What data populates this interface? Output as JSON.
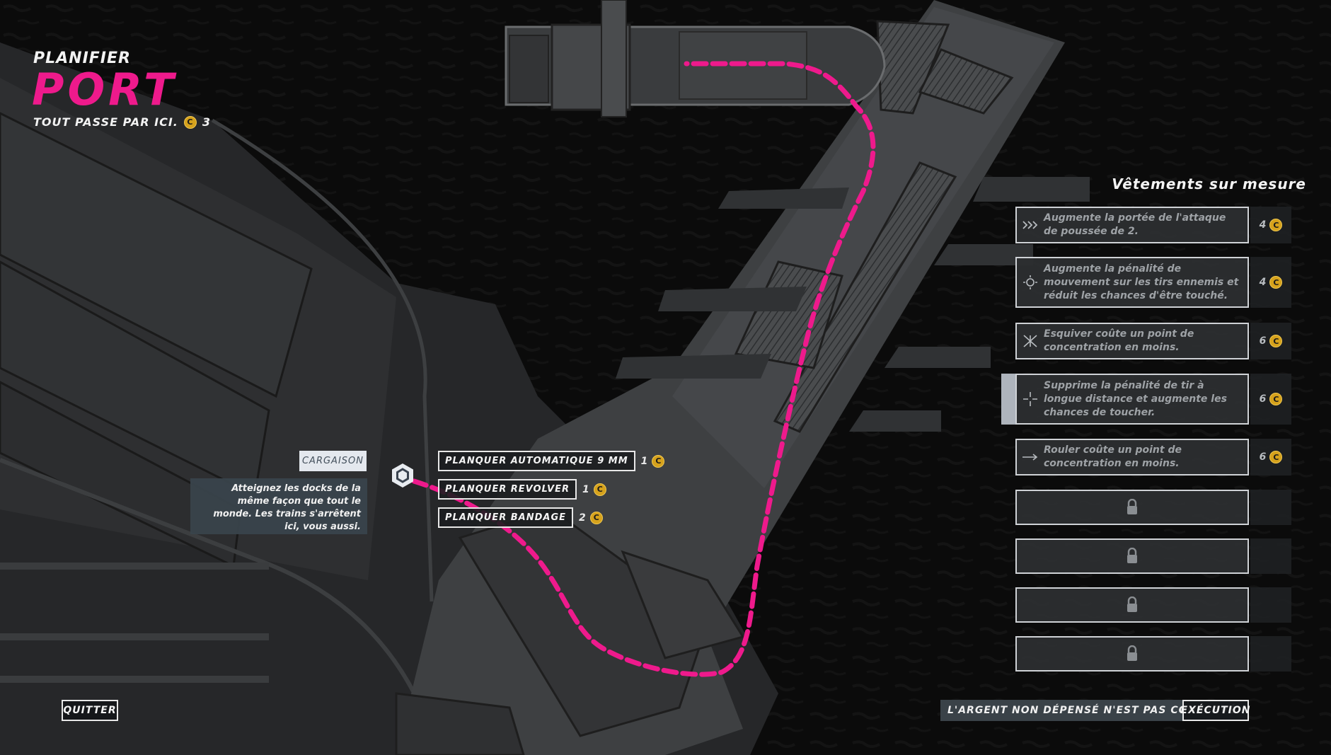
{
  "header": {
    "kicker": "PLANIFIER",
    "title": "PORT",
    "subtitle": "TOUT PASSE PAR ICI.",
    "budget": "3"
  },
  "mission": {
    "tag": "CARGAISON",
    "description": "Atteignez les docks de la même façon que tout le monde. Les trains s'arrêtent ici, vous aussi."
  },
  "planqs": [
    {
      "label": "PLANQUER AUTOMATIQUE 9 MM",
      "cost": "1"
    },
    {
      "label": "PLANQUER REVOLVER",
      "cost": "1"
    },
    {
      "label": "PLANQUER BANDAGE",
      "cost": "2"
    }
  ],
  "perks_panel": {
    "title": "Vêtements sur mesure",
    "perks": [
      {
        "text": "Augmente la portée de l'attaque de poussée de 2.",
        "cost": "4",
        "icon": "chevrons-icon"
      },
      {
        "text": "Augmente la pénalité de mouvement sur les tirs ennemis et réduit les chances d'être touché.",
        "cost": "4",
        "icon": "dodge-target-icon"
      },
      {
        "text": "Esquiver coûte un point de concentration en moins.",
        "cost": "6",
        "icon": "evade-icon"
      },
      {
        "text": "Supprime la pénalité de tir à longue distance et augmente les chances de toucher.",
        "cost": "6",
        "icon": "crosshair-icon"
      },
      {
        "text": "Rouler coûte un point de concentration en moins.",
        "cost": "6",
        "icon": "arrow-right-icon"
      }
    ],
    "locked_slots": 4
  },
  "footer": {
    "quit_label": "QUITTER",
    "warning": "L'ARGENT NON DÉPENSÉ N'EST PAS CONSERVÉ.",
    "execute_label": "EXÉCUTION"
  },
  "colors": {
    "accent": "#ee1a8c",
    "coin": "#d6a21c"
  }
}
